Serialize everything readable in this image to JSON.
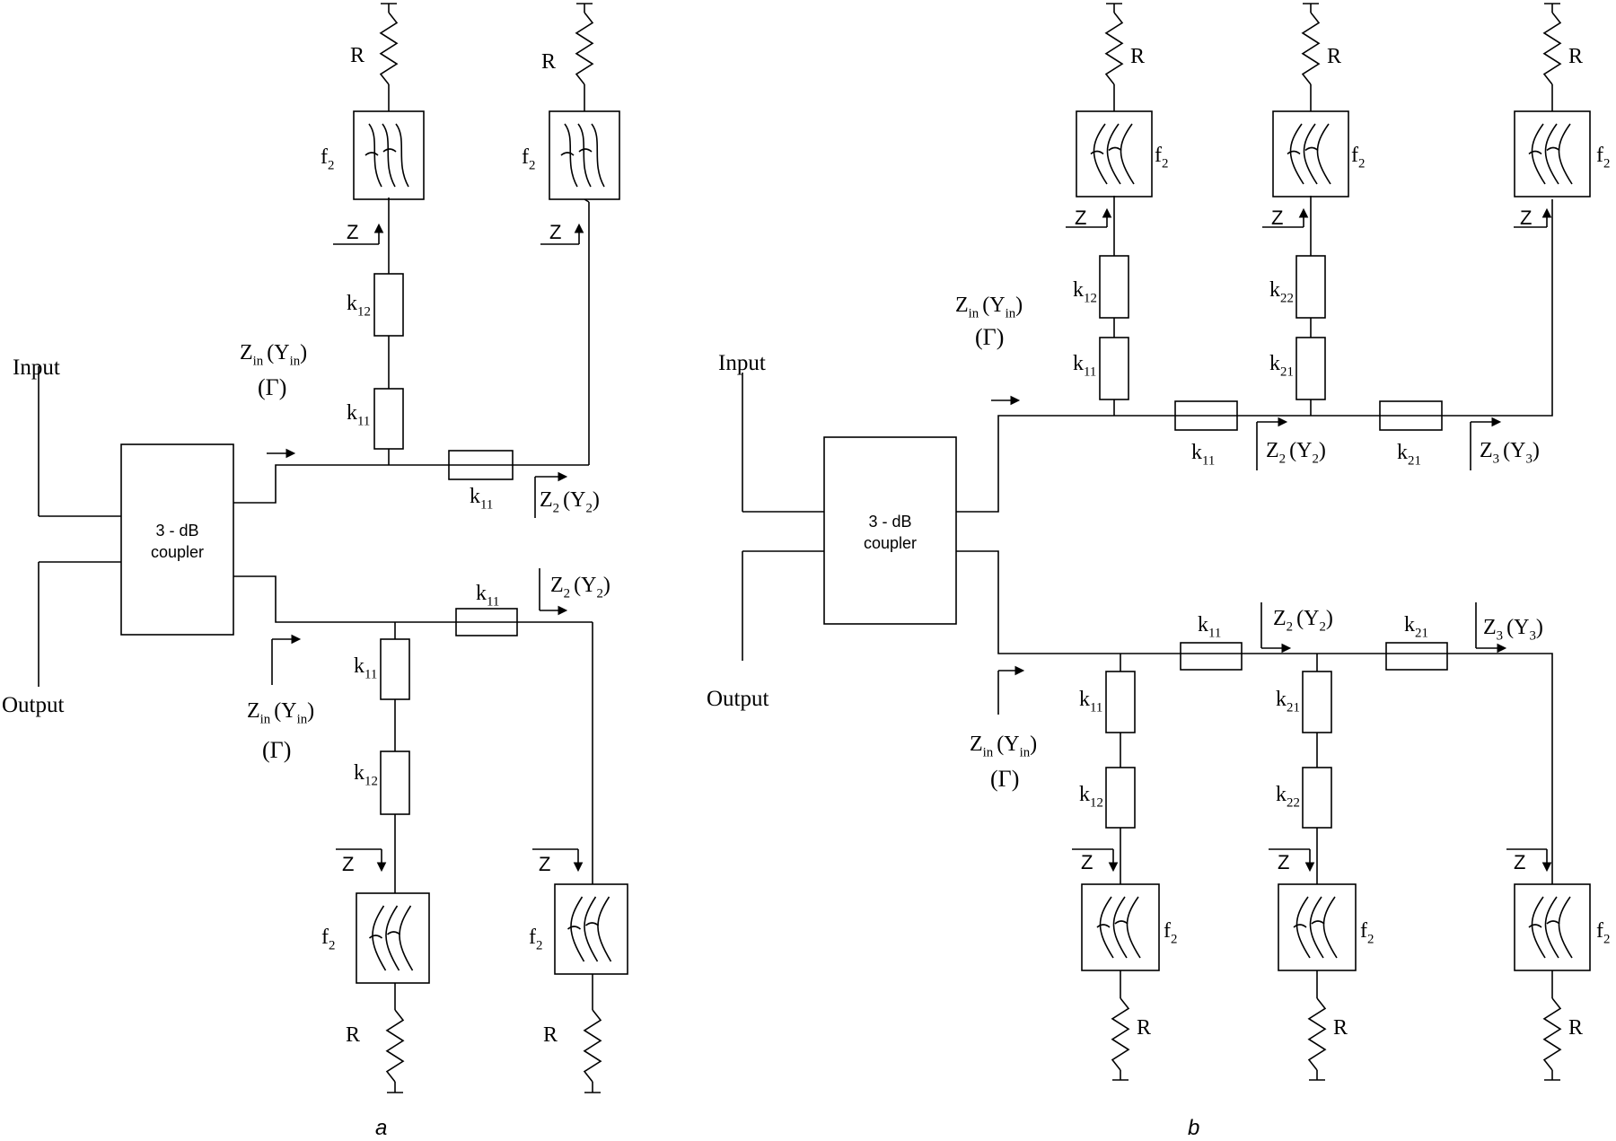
{
  "a": {
    "panel_label": "a",
    "input_label": "Input",
    "output_label": "Output",
    "coupler_line1": "3 - dB",
    "coupler_line2": "coupler",
    "resistor_label": "R",
    "filter_label": {
      "main": "f",
      "sub": "2"
    },
    "z_label": "Z",
    "k11": {
      "main": "k",
      "sub": "11"
    },
    "k12": {
      "main": "k",
      "sub": "12"
    },
    "zin": {
      "main": "Z",
      "sub": "in",
      "open": "(Y",
      "sub2": "in",
      "close": ")"
    },
    "gamma": "(Γ)",
    "z2": {
      "main": "Z",
      "sub": "2",
      "open": "(Y",
      "sub2": "2",
      "close": ")"
    }
  },
  "b": {
    "panel_label": "b",
    "input_label": "Input",
    "output_label": "Output",
    "coupler_line1": "3 - dB",
    "coupler_line2": "coupler",
    "resistor_label": "R",
    "filter_label": {
      "main": "f",
      "sub": "2"
    },
    "z_label": "Z",
    "k11": {
      "main": "k",
      "sub": "11"
    },
    "k12": {
      "main": "k",
      "sub": "12"
    },
    "k21": {
      "main": "k",
      "sub": "21"
    },
    "k22": {
      "main": "k",
      "sub": "22"
    },
    "zin": {
      "main": "Z",
      "sub": "in",
      "open": "(Y",
      "sub2": "in",
      "close": ")"
    },
    "gamma": "(Γ)",
    "z2": {
      "main": "Z",
      "sub": "2",
      "open": "(Y",
      "sub2": "2",
      "close": ")"
    },
    "z3": {
      "main": "Z",
      "sub": "3",
      "open": "(Y",
      "sub2": "3",
      "close": ")"
    }
  }
}
